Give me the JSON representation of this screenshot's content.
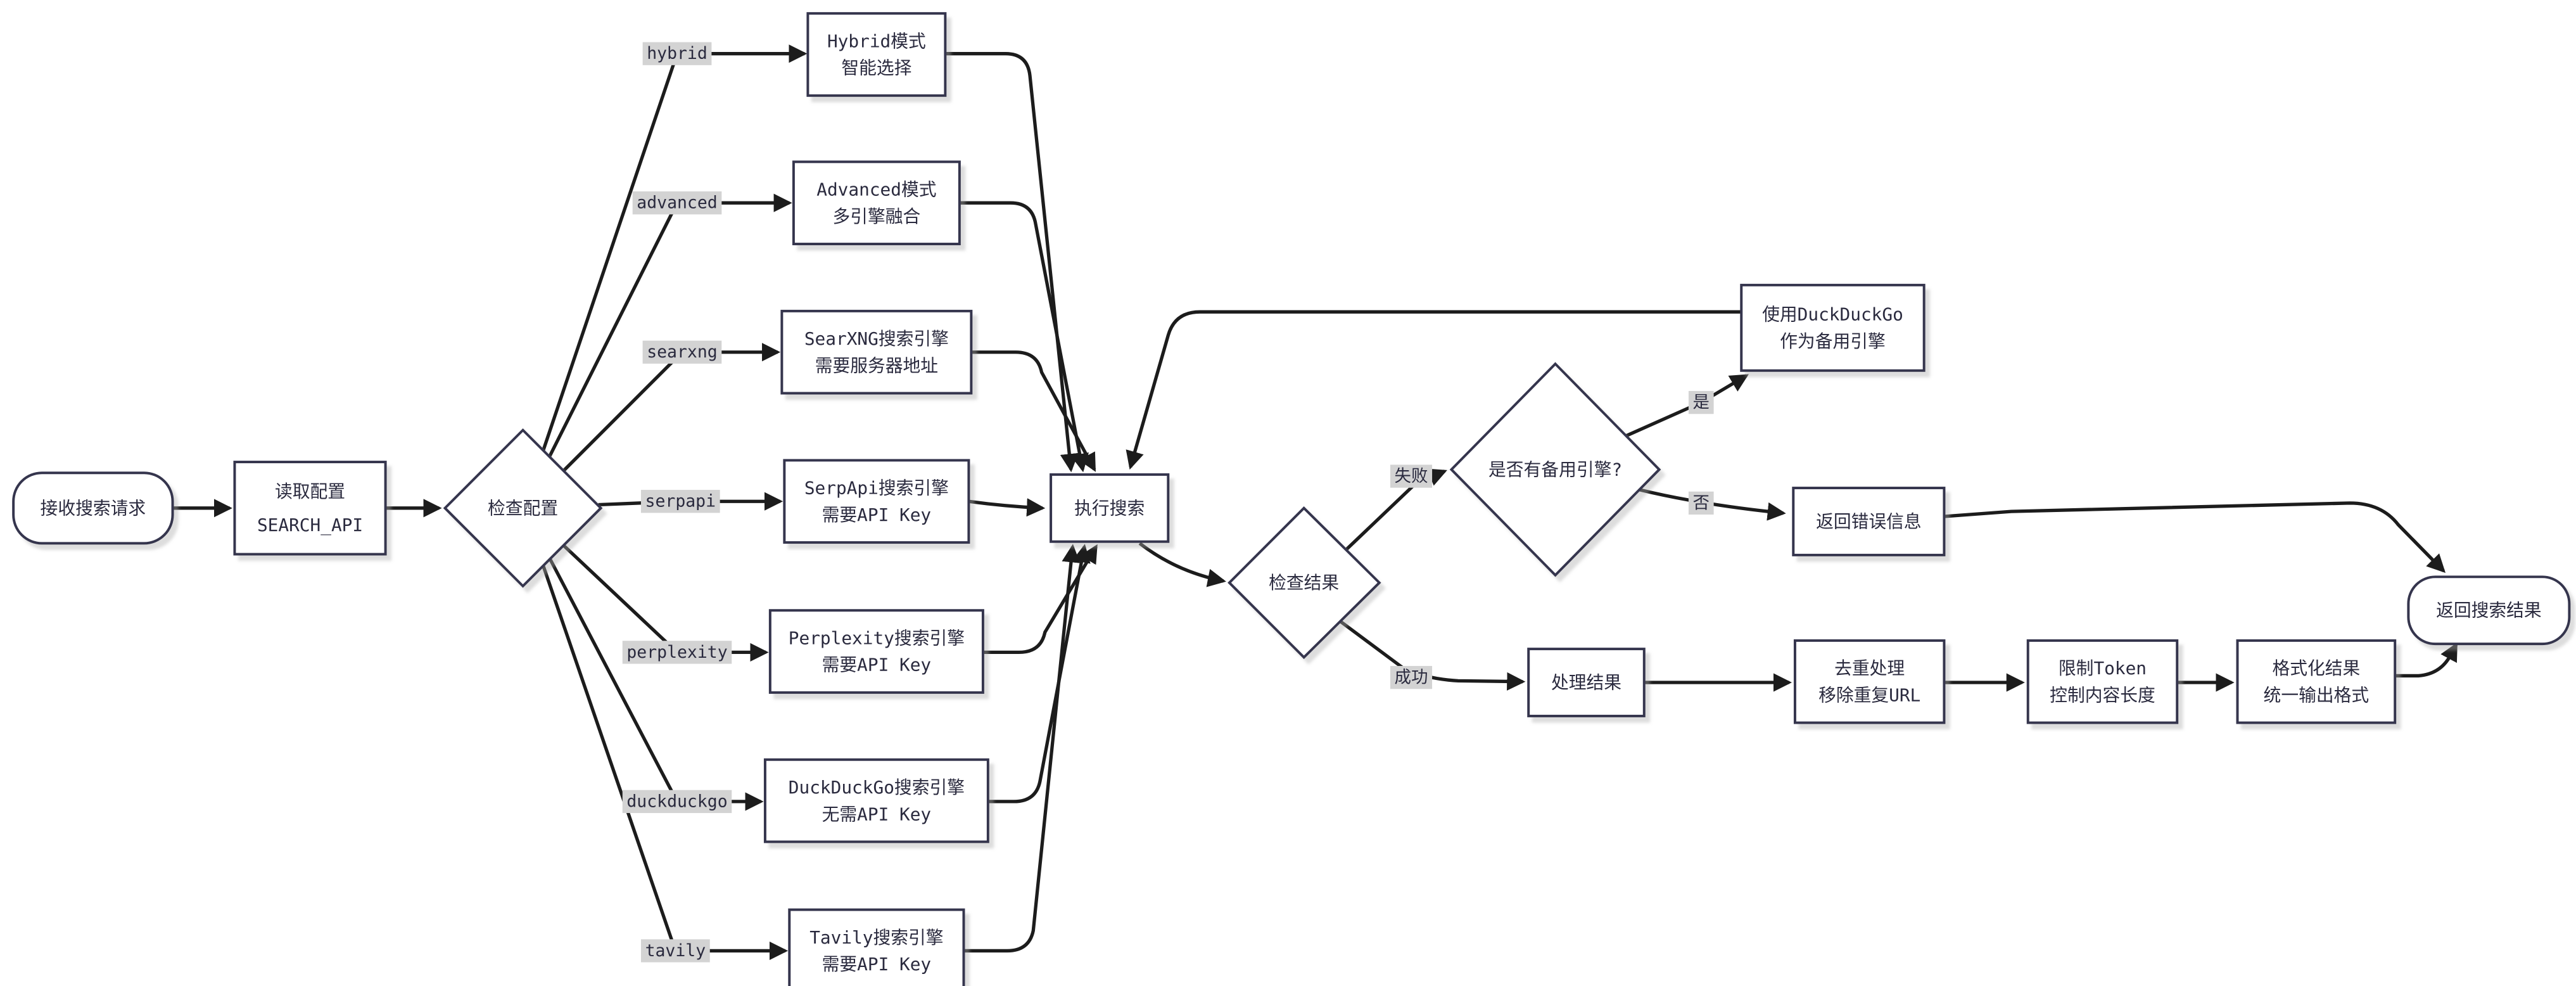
{
  "diagram": {
    "nodes": {
      "start": {
        "label": "接收搜索请求"
      },
      "read_config": {
        "line1": "读取配置",
        "line2": "SEARCH_API"
      },
      "check_config": {
        "label": "检查配置"
      },
      "hybrid": {
        "line1": "Hybrid模式",
        "line2": "智能选择"
      },
      "advanced": {
        "line1": "Advanced模式",
        "line2": "多引擎融合"
      },
      "searxng": {
        "line1": "SearXNG搜索引擎",
        "line2": "需要服务器地址"
      },
      "serpapi": {
        "line1": "SerpApi搜索引擎",
        "line2": "需要API Key"
      },
      "perplexity": {
        "line1": "Perplexity搜索引擎",
        "line2": "需要API Key"
      },
      "duckduckgo": {
        "line1": "DuckDuckGo搜索引擎",
        "line2": "无需API Key"
      },
      "tavily": {
        "line1": "Tavily搜索引擎",
        "line2": "需要API Key"
      },
      "execute": {
        "label": "执行搜索"
      },
      "check_result": {
        "label": "检查结果"
      },
      "has_backup": {
        "label": "是否有备用引擎?"
      },
      "use_ddg": {
        "line1": "使用DuckDuckGo",
        "line2": "作为备用引擎"
      },
      "return_error": {
        "label": "返回错误信息"
      },
      "process_result": {
        "label": "处理结果"
      },
      "dedup": {
        "line1": "去重处理",
        "line2": "移除重复URL"
      },
      "limit_token": {
        "line1": "限制Token",
        "line2": "控制内容长度"
      },
      "format_result": {
        "line1": "格式化结果",
        "line2": "统一输出格式"
      },
      "end": {
        "label": "返回搜索结果"
      }
    },
    "edge_labels": {
      "hybrid": "hybrid",
      "advanced": "advanced",
      "searxng": "searxng",
      "serpapi": "serpapi",
      "perplexity": "perplexity",
      "duckduckgo": "duckduckgo",
      "tavily": "tavily",
      "fail": "失败",
      "success": "成功",
      "yes": "是",
      "no": "否"
    },
    "colors": {
      "bg": "#ffffff",
      "node_fill": "#ffffff",
      "node_border": "#34344e",
      "text_color": "#2a2a3e",
      "edge_color": "#1c1c1c",
      "label_bg": "#d3d3d3"
    }
  }
}
